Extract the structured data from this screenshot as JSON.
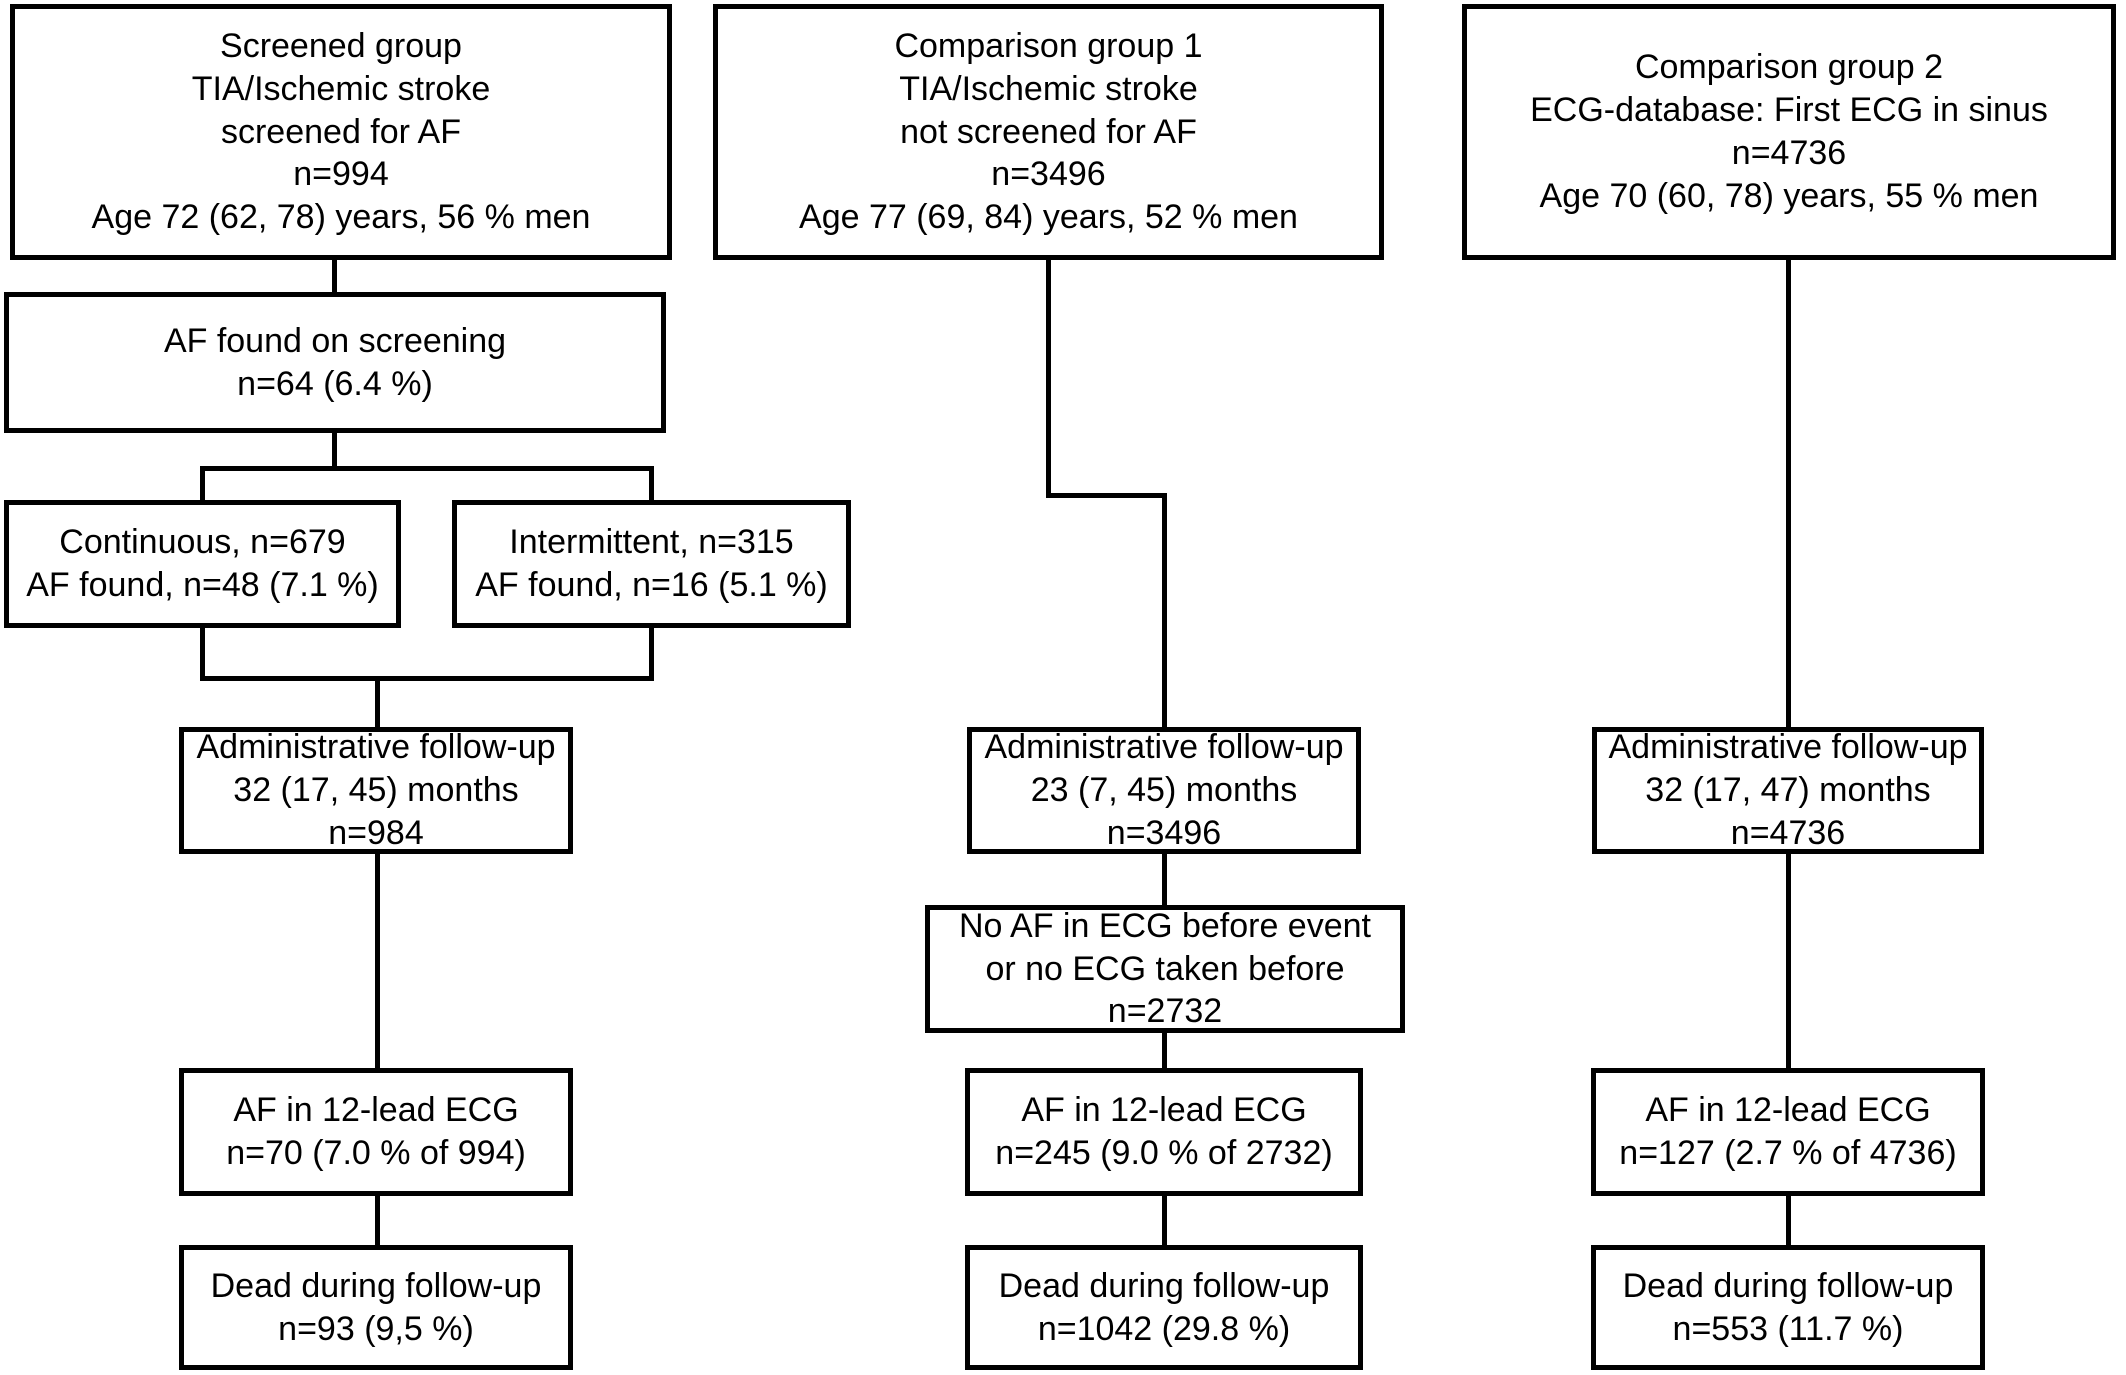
{
  "figure": {
    "type": "study-flow-diagram",
    "description": "Three-arm patient flow chart comparing AF screening outcomes"
  },
  "colors": {
    "line": "#000000",
    "background": "#ffffff",
    "text": "#000000"
  },
  "boxes": {
    "screened_group": {
      "text": "Screened group\nTIA/Ischemic stroke\nscreened for AF\nn=994\nAge 72 (62, 78) years, 56 % men"
    },
    "af_found_screening": {
      "text": "AF found on screening\nn=64 (6.4 %)"
    },
    "continuous": {
      "text": "Continuous, n=679\nAF found, n=48 (7.1 %)"
    },
    "intermittent": {
      "text": "Intermittent, n=315\nAF found, n=16 (5.1 %)"
    },
    "screened_followup": {
      "text": "Administrative follow-up\n32 (17, 45) months\nn=984"
    },
    "screened_af_ecg": {
      "text": "AF in 12-lead ECG\nn=70 (7.0 % of 994)"
    },
    "screened_dead": {
      "text": "Dead during follow-up\nn=93 (9,5 %)"
    },
    "comp1_group": {
      "text": "Comparison group 1\nTIA/Ischemic stroke\nnot screened for AF\nn=3496\nAge 77 (69, 84) years, 52 % men"
    },
    "comp1_followup": {
      "text": "Administrative follow-up\n23 (7, 45) months\nn=3496"
    },
    "comp1_no_af_before": {
      "text": "No AF in ECG before event\nor no ECG taken before\nn=2732"
    },
    "comp1_af_ecg": {
      "text": "AF in 12-lead ECG\nn=245 (9.0 % of 2732)"
    },
    "comp1_dead": {
      "text": "Dead during follow-up\nn=1042 (29.8 %)"
    },
    "comp2_group": {
      "text": "Comparison group 2\nECG-database: First ECG in sinus\nn=4736\nAge 70 (60, 78) years, 55 % men"
    },
    "comp2_followup": {
      "text": "Administrative follow-up\n32 (17, 47) months\nn=4736"
    },
    "comp2_af_ecg": {
      "text": "AF in 12-lead ECG\nn=127 (2.7 % of 4736)"
    },
    "comp2_dead": {
      "text": "Dead during follow-up\nn=553 (11.7 %)"
    }
  }
}
